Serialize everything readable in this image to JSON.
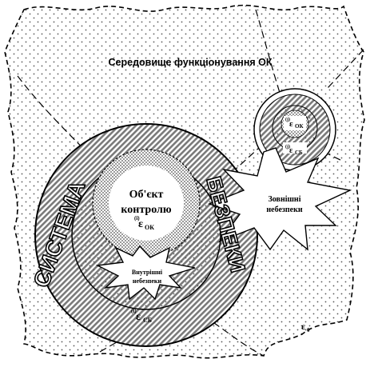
{
  "environment": {
    "title": "Середовище функціонування ОК",
    "epsilon0_base": "ε",
    "epsilon0_sub": "0"
  },
  "security_system": {
    "left_label": "СИСТЕМА",
    "right_label": "БЕЗПЕКИ",
    "epsilon_sup": "(i)",
    "epsilon_base": "ε",
    "epsilon_sub": "СБ"
  },
  "control_object": {
    "line1": "Об'єкт",
    "line2": "контролю",
    "epsilon_sup": "(i)",
    "epsilon_base": "ε",
    "epsilon_sub": "ОК"
  },
  "internal_threats": {
    "line1": "Внутрішні",
    "line2": "небезпеки"
  },
  "external_threats": {
    "line1": "Зовнішні",
    "line2": "небезпеки"
  },
  "small_object": {
    "ok_sup": "(j)",
    "ok_base": "ε",
    "ok_sub": "ОК",
    "sb_sup": "(j)",
    "sb_base": "ε",
    "sb_sub": "СБ"
  }
}
